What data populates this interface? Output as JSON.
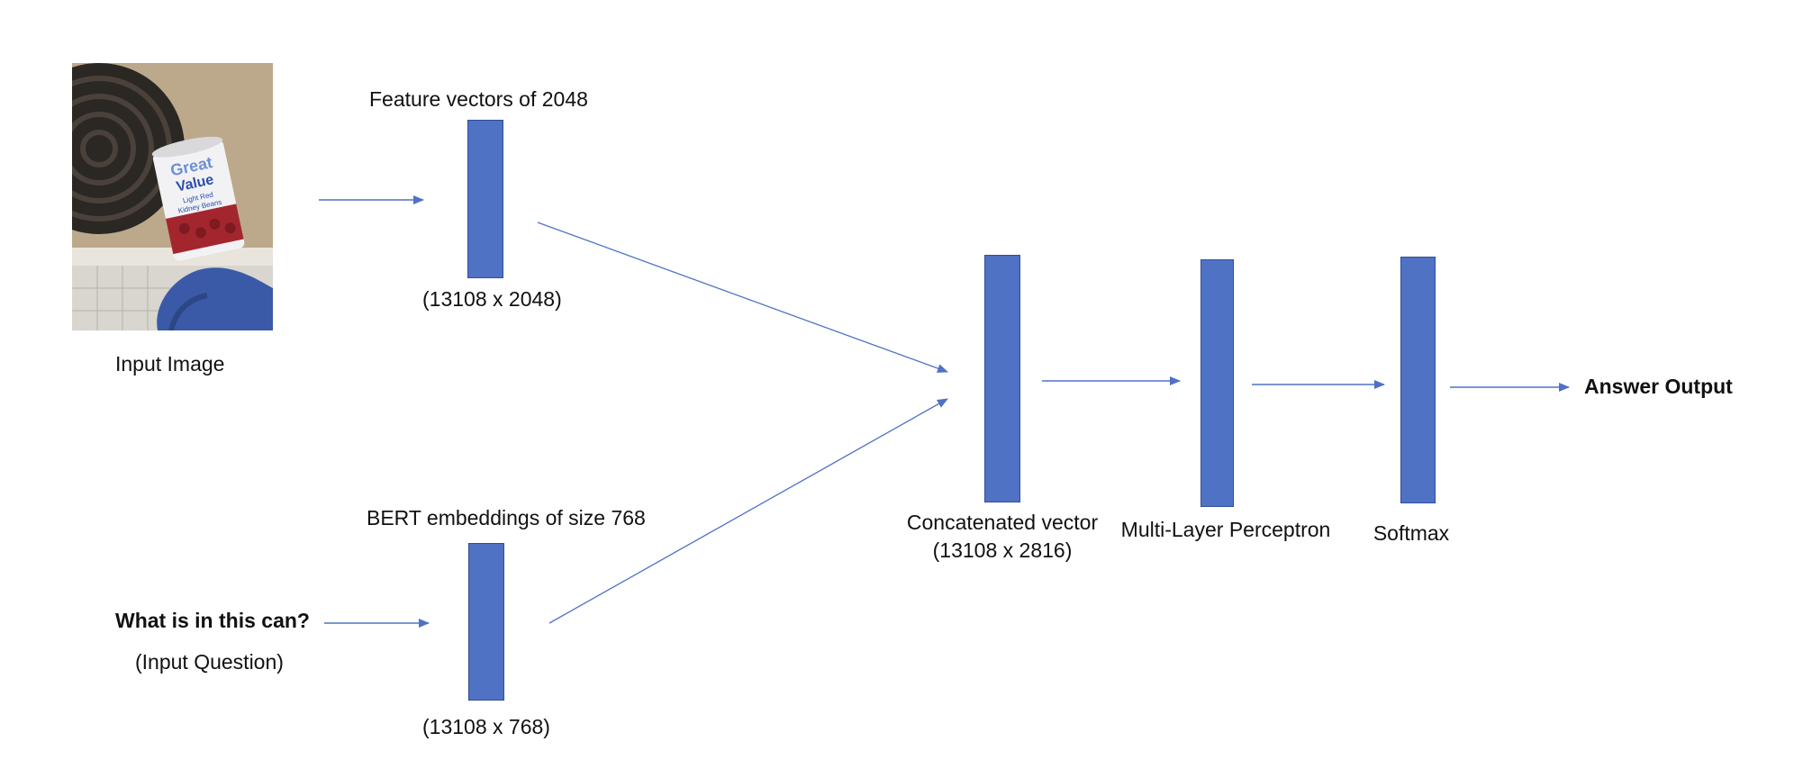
{
  "diagram": {
    "input_image": {
      "label": "Input Image",
      "can_text_line1": "Great",
      "can_text_line2": "Value",
      "can_text_line3": "Light Red",
      "can_text_line4": "Kidney Beans"
    },
    "image_features": {
      "title": "Feature vectors of 2048",
      "shape": "(13108 x 2048)"
    },
    "question": {
      "text": "What is in this can?",
      "caption": "(Input Question)"
    },
    "text_features": {
      "title": "BERT embeddings of size 768",
      "shape": "(13108 x 768)"
    },
    "concat": {
      "title": "Concatenated vector",
      "shape": "(13108 x 2816)"
    },
    "mlp": {
      "title": "Multi-Layer Perceptron"
    },
    "softmax": {
      "title": "Softmax"
    },
    "output": {
      "label": "Answer Output"
    },
    "colors": {
      "block_fill": "#4f72c4",
      "block_border": "#2f4f96",
      "arrow": "#4f72c4"
    }
  }
}
